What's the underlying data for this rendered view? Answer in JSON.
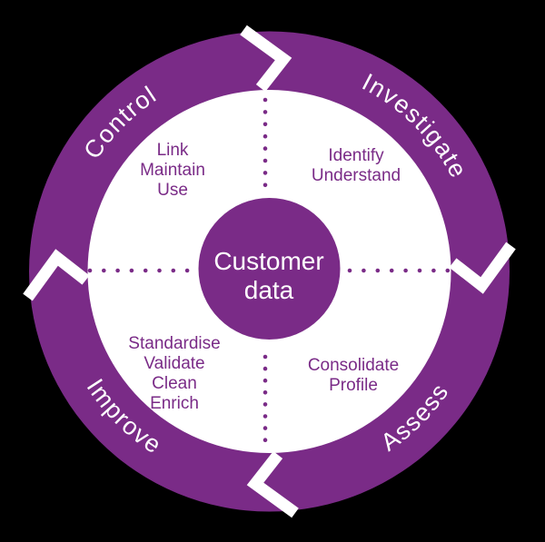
{
  "colors": {
    "purple": "#7A2B87",
    "white": "#FFFFFF",
    "background": "#000000"
  },
  "center": {
    "label_lines": [
      "Customer",
      "data"
    ]
  },
  "segments": [
    {
      "label": "Investigate",
      "position": "top-right",
      "activities": [
        "Identify",
        "Understand"
      ]
    },
    {
      "label": "Assess",
      "position": "bottom-right",
      "activities": [
        "Consolidate",
        "Profile"
      ]
    },
    {
      "label": "Improve",
      "position": "bottom-left",
      "activities": [
        "Standardise",
        "Validate",
        "Clean",
        "Enrich"
      ]
    },
    {
      "label": "Control",
      "position": "top-left",
      "activities": [
        "Link",
        "Maintain",
        "Use"
      ]
    }
  ],
  "flow": {
    "direction": "clockwise",
    "arrow_positions": [
      "top",
      "right",
      "bottom",
      "left"
    ]
  }
}
